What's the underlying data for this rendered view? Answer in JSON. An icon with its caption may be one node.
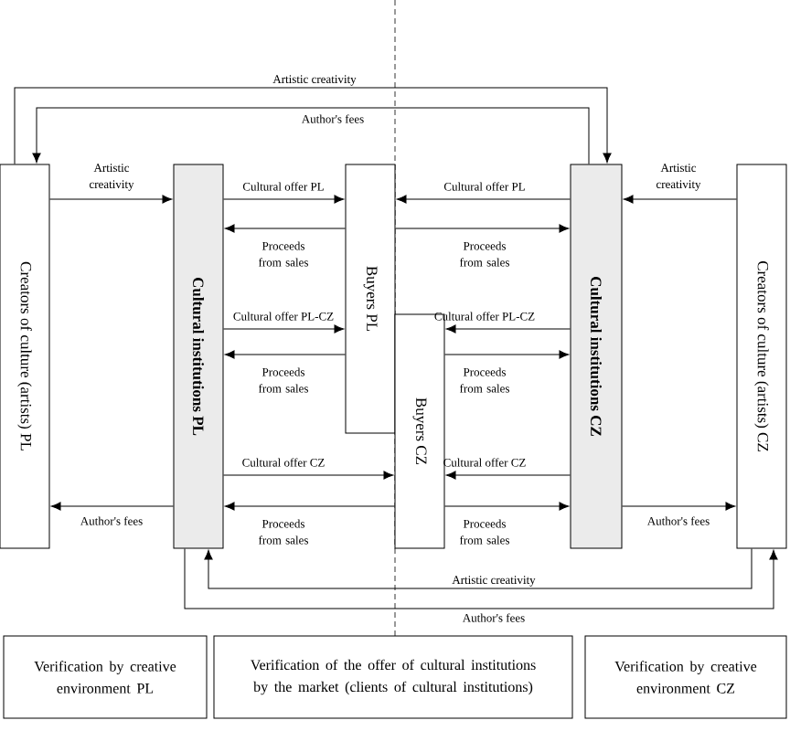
{
  "diagram": {
    "nodes": [
      {
        "text": [
          "Creators of culture (artists) PL"
        ]
      },
      {
        "text": [
          "Cultural institutions PL"
        ]
      },
      {
        "text": [
          "Buyers PL"
        ]
      },
      {
        "text": [
          "Buyers CZ"
        ]
      },
      {
        "text": [
          "Cultural institutions CZ"
        ]
      },
      {
        "text": [
          "Creators of culture (artists) CZ"
        ]
      },
      {
        "text": [
          "Verification by creative environment PL"
        ]
      },
      {
        "text": [
          "Verification of the offer of cultural institutions by the market (clients of cultural institutions)"
        ]
      },
      {
        "text": [
          "Verification by creative environment CZ"
        ]
      }
    ],
    "edges": [
      {
        "from": 0,
        "to": 1,
        "arrow": "to",
        "label": "Artistic creativity"
      },
      {
        "from": 1,
        "to": 2,
        "arrow": "to",
        "label": "Cultural offer PL"
      },
      {
        "from": 2,
        "to": 1,
        "arrow": "to",
        "label": "Proceeds from sales"
      },
      {
        "from": 1,
        "to": 2,
        "arrow": "to",
        "label": "Cultural offer PL-CZ"
      },
      {
        "from": 2,
        "to": 1,
        "arrow": "to",
        "label": "Proceeds from sales"
      },
      {
        "from": 1,
        "to": 3,
        "arrow": "to",
        "label": "Cultural offer CZ"
      },
      {
        "from": 3,
        "to": 1,
        "arrow": "to",
        "label": "Proceeds from sales"
      },
      {
        "from": 1,
        "to": 0,
        "arrow": "to",
        "label": "Author's fees"
      },
      {
        "from": 4,
        "to": 2,
        "arrow": "to",
        "label": "Cultural offer PL"
      },
      {
        "from": 2,
        "to": 4,
        "arrow": "to",
        "label": "Proceeds from sales"
      },
      {
        "from": 4,
        "to": 3,
        "arrow": "to",
        "label": "Cultural offer PL-CZ"
      },
      {
        "from": 3,
        "to": 4,
        "arrow": "to",
        "label": "Proceeds from sales"
      },
      {
        "from": 4,
        "to": 3,
        "arrow": "to",
        "label": "Cultural offer CZ"
      },
      {
        "from": 3,
        "to": 4,
        "arrow": "to",
        "label": "Proceeds from sales"
      },
      {
        "from": 5,
        "to": 4,
        "arrow": "to",
        "label": "Artistic creativity"
      },
      {
        "from": 4,
        "to": 5,
        "arrow": "to",
        "label": "Author's fees"
      },
      {
        "from": 0,
        "to": 4,
        "arrow": "to",
        "label": "Artistic creativity"
      },
      {
        "from": 4,
        "to": 0,
        "arrow": "to",
        "label": "Author's fees"
      },
      {
        "from": 5,
        "to": 1,
        "arrow": "to",
        "label": "Artistic creativity"
      },
      {
        "from": 1,
        "to": 5,
        "arrow": "to",
        "label": "Author's fees"
      }
    ]
  }
}
